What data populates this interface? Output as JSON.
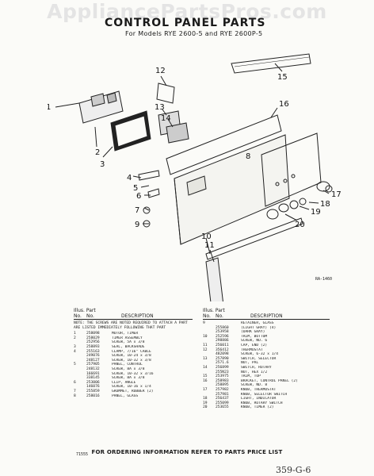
{
  "watermark": "AppliancePartsPros.com",
  "title": "CONTROL PANEL PARTS",
  "subtitle": "For Models RYE 2600-5 and RYE 2600P-5",
  "drawing_ref": "RA-1460",
  "callouts": [
    "1",
    "2",
    "3",
    "4",
    "5",
    "6",
    "7",
    "8",
    "9",
    "10",
    "11",
    "12",
    "13",
    "14",
    "15",
    "16",
    "17",
    "18",
    "19",
    "20"
  ],
  "table_header": {
    "top_left": "Illus. Part",
    "no": "No.",
    "part_no": "No.",
    "description": "DESCRIPTION"
  },
  "note": "NOTE: THE SCREWS ARE NOTED REQUIRED TO ATTACH A PART ARE LISTED IMMEDIATELY FOLLOWING THAT PART",
  "left_rows": [
    {
      "no": "1",
      "part": "258098",
      "desc": "MOTOR, TIMER"
    },
    {
      "no": "2",
      "part": "258029",
      "desc": "TIMER ASSEMBLY"
    },
    {
      "no": "",
      "part": "252956",
      "desc": "SCREW, 5A x 3/8"
    },
    {
      "no": "3",
      "part": "258893",
      "desc": "SEAL, BACKSHADE"
    },
    {
      "no": "4",
      "part": "255163",
      "desc": "CLAMP, 7/16\" CABLE"
    },
    {
      "no": "",
      "part": "249076",
      "desc": "SCREW, 10-24 x 3/8"
    },
    {
      "no": "",
      "part": "248127",
      "desc": "SCREW, 10-32 x 3/8"
    },
    {
      "no": "5",
      "part": "257905",
      "desc": "PANEL, CONTROL"
    },
    {
      "no": "",
      "part": "248132",
      "desc": "SCREW, 8A x 3/8"
    },
    {
      "no": "",
      "part": "166691",
      "desc": "SCREW, 10-32 x 3/16"
    },
    {
      "no": "",
      "part": "338145",
      "desc": "SCREW, 8A x 3/8"
    },
    {
      "no": "6",
      "part": "253006",
      "desc": "CLIP, ANGLE"
    },
    {
      "no": "",
      "part": "146076",
      "desc": "SCREW, 10-16 x 1/4"
    },
    {
      "no": "7",
      "part": "255859",
      "desc": "GROMMET, RUBBER (2)"
    },
    {
      "no": "8",
      "part": "258016",
      "desc": "PANEL, GLASS"
    }
  ],
  "right_rows": [
    {
      "no": "9",
      "part": "",
      "desc": "RETAINER, GLASS"
    },
    {
      "no": "",
      "part": "255860",
      "desc": "(LIGHT GRAY) (4)"
    },
    {
      "no": "",
      "part": "253958",
      "desc": "(DARK GRAY)"
    },
    {
      "no": "10",
      "part": "252596",
      "desc": "TRIM, BOTTOM"
    },
    {
      "no": "",
      "part": "298886",
      "desc": "SCREW, NO. 6"
    },
    {
      "no": "11",
      "part": "256011",
      "desc": "CAP, END (2)"
    },
    {
      "no": "12",
      "part": "356412",
      "desc": "THERMOSTAT"
    },
    {
      "no": "",
      "part": "482098",
      "desc": "SCREW, 6-32 x 1/4"
    },
    {
      "no": "13",
      "part": "257890",
      "desc": "SWITCH, SELECTOR"
    },
    {
      "no": "",
      "part": "2571.6",
      "desc": "NUT, PAL"
    },
    {
      "no": "14",
      "part": "256899",
      "desc": "SWITCH, ROTARY"
    },
    {
      "no": "",
      "part": "255N23",
      "desc": "NUT, HEX 1/2"
    },
    {
      "no": "15",
      "part": "253975",
      "desc": "TRIM, TOP"
    },
    {
      "no": "16",
      "part": "258983",
      "desc": "BRACKET, CONTROL PANEL (2)"
    },
    {
      "no": "",
      "part": "258895",
      "desc": "SCREW, ND. 8"
    },
    {
      "no": "17",
      "part": "257982",
      "desc": "KNOB, THERMOSTAT"
    },
    {
      "no": "",
      "part": "257981",
      "desc": "KNOB, SELECTOR SWITCH"
    },
    {
      "no": "18",
      "part": "256437",
      "desc": "LIGHT, INDICATOR"
    },
    {
      "no": "19",
      "part": "255099",
      "desc": "KNOB, ROTARY SWITCH"
    },
    {
      "no": "20",
      "part": "253655",
      "desc": "KNOB, TIMER (2)"
    }
  ],
  "footer": "FOR ORDERING INFORMATION REFER TO PARTS PRICE LIST",
  "footer_left": "71555",
  "footer_right": "359-G-6"
}
